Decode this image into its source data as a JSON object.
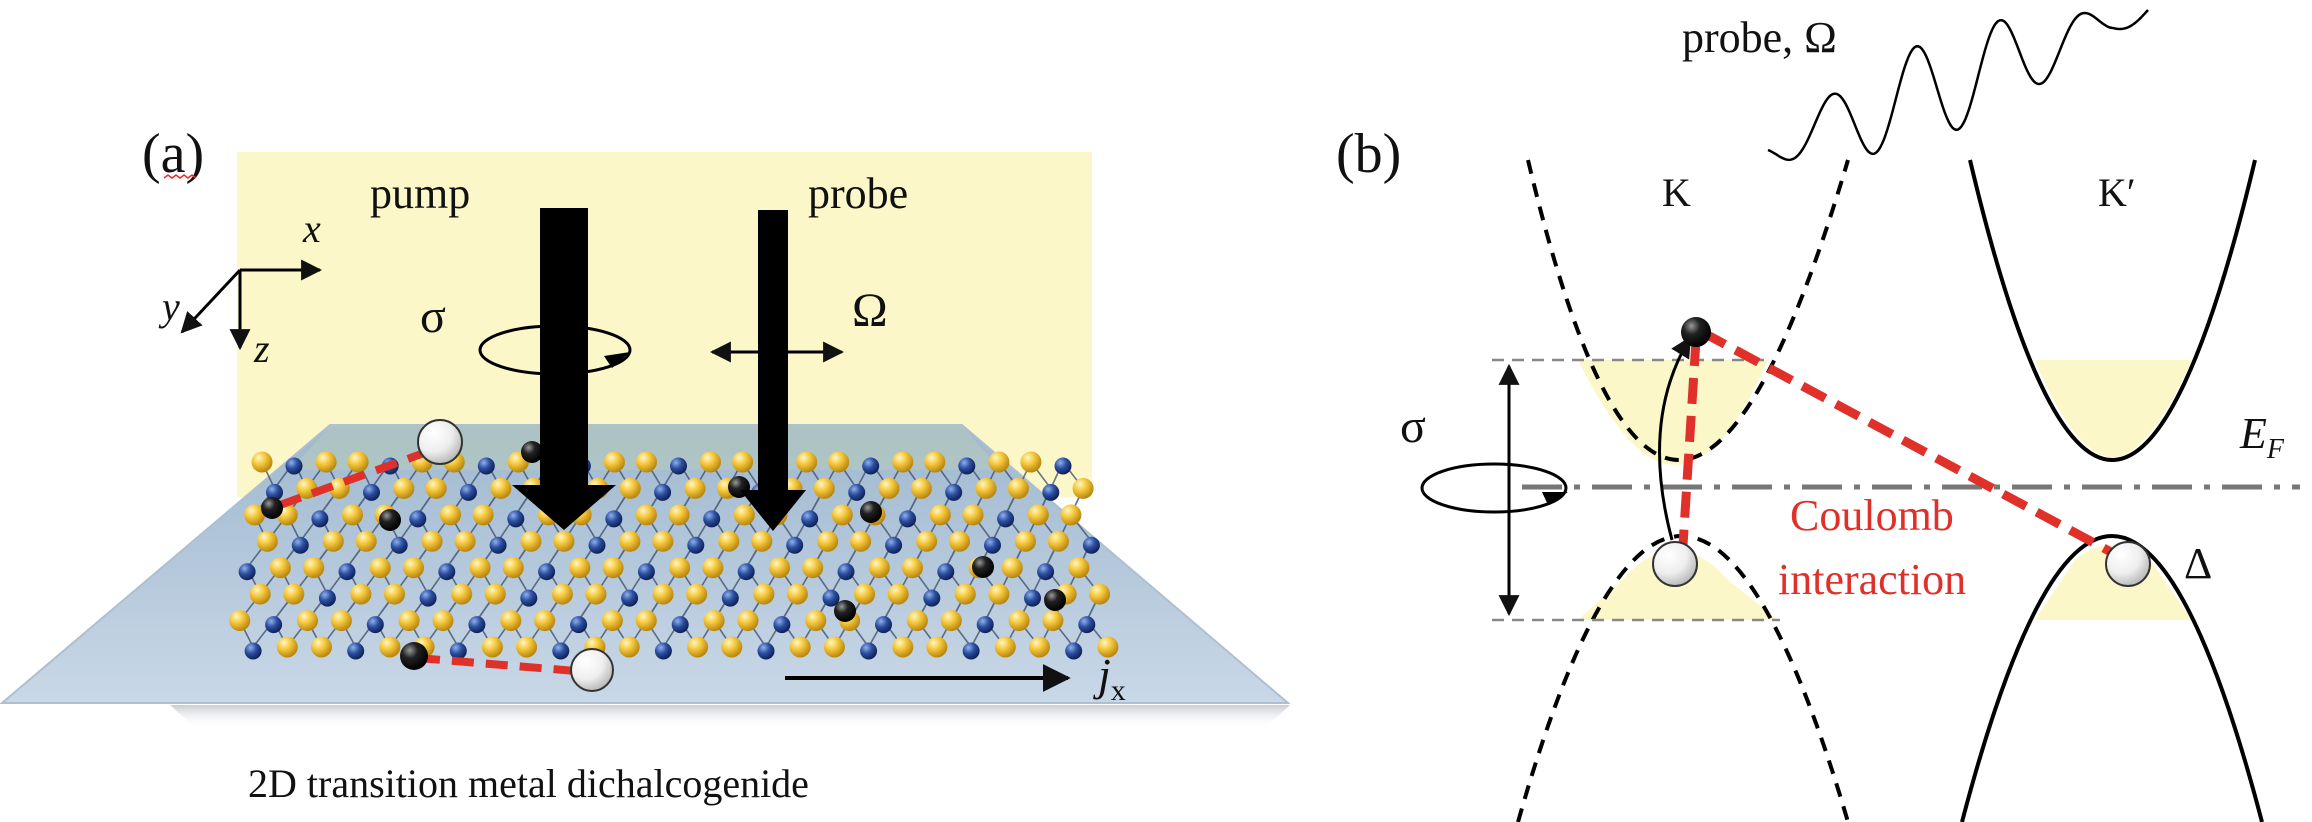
{
  "panel_a": {
    "label": "(a)",
    "pump_label": "pump",
    "probe_label": "probe",
    "sigma_label": "σ",
    "omega_label": "Ω",
    "axis_x": "x",
    "axis_y": "y",
    "axis_z": "z",
    "current_symbol": "j",
    "current_subscript": "x",
    "caption": "2D transition metal dichalcogenide"
  },
  "panel_b": {
    "label": "(b)",
    "probe_label": "probe, Ω",
    "valley_k": "K",
    "valley_kprime": "K′",
    "sigma_label": "σ",
    "fermi_symbol": "E",
    "fermi_subscript": "F",
    "gap_label": "Δ",
    "coulomb_line1": "Coulomb",
    "coulomb_line2": "interaction"
  },
  "colors": {
    "highlight_yellow": "#fbf7c8",
    "substrate_blue": "#c5d5e6",
    "interaction_red": "#e0302a",
    "atom_gold": "#f2c53a",
    "atom_blue": "#2c4fa0"
  }
}
